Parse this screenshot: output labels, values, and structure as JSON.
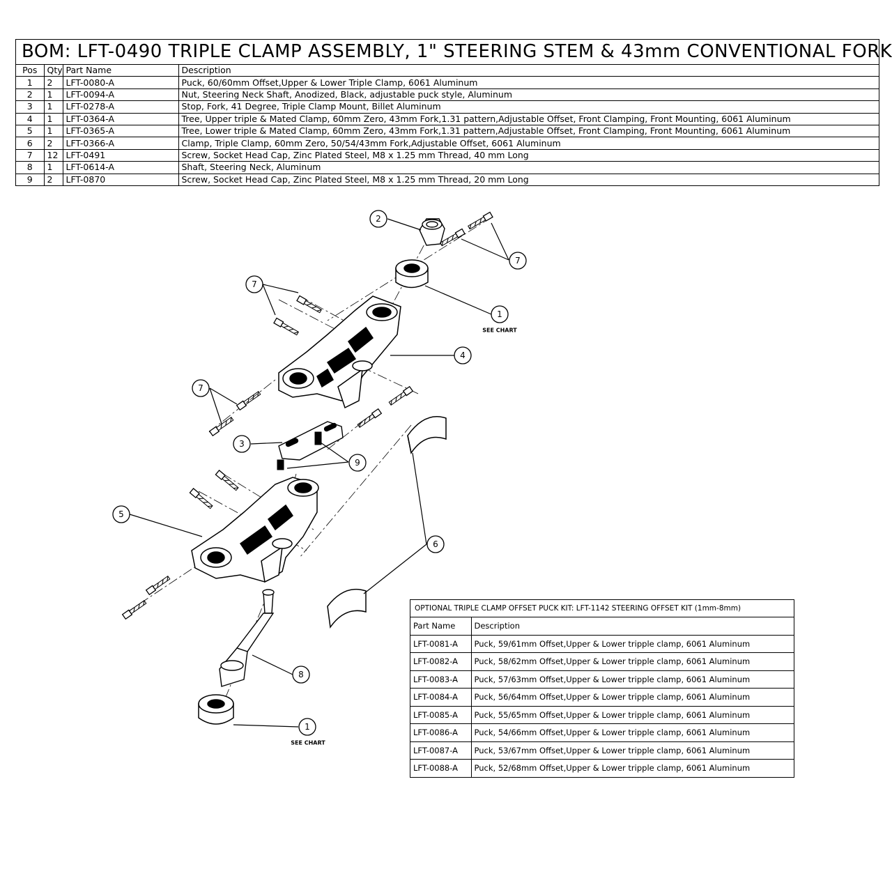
{
  "bom": {
    "title": "BOM: LFT-0490 TRIPLE CLAMP ASSEMBLY, 1\" STEERING STEM & 43mm CONVENTIONAL FORK",
    "headers": {
      "pos": "Pos",
      "qty": "Qty",
      "part": "Part Name",
      "desc": "Description"
    },
    "rows": [
      {
        "pos": "1",
        "qty": "2",
        "part": "LFT-0080-A",
        "desc": "Puck, 60/60mm Offset,Upper & Lower Triple Clamp, 6061 Aluminum"
      },
      {
        "pos": "2",
        "qty": "1",
        "part": "LFT-0094-A",
        "desc": "Nut, Steering Neck Shaft, Anodized, Black, adjustable puck style, Aluminum"
      },
      {
        "pos": "3",
        "qty": "1",
        "part": "LFT-0278-A",
        "desc": "Stop, Fork, 41 Degree, Triple Clamp Mount, Billet Aluminum"
      },
      {
        "pos": "4",
        "qty": "1",
        "part": "LFT-0364-A",
        "desc": "Tree, Upper triple & Mated Clamp, 60mm Zero, 43mm Fork,1.31 pattern,Adjustable Offset, Front Clamping, Front Mounting, 6061 Aluminum"
      },
      {
        "pos": "5",
        "qty": "1",
        "part": "LFT-0365-A",
        "desc": "Tree, Lower triple & Mated Clamp, 60mm Zero, 43mm Fork,1.31 pattern,Adjustable Offset, Front Clamping, Front Mounting, 6061 Aluminum"
      },
      {
        "pos": "6",
        "qty": "2",
        "part": "LFT-0366-A",
        "desc": "Clamp, Triple Clamp, 60mm Zero, 50/54/43mm Fork,Adjustable Offset, 6061 Aluminum"
      },
      {
        "pos": "7",
        "qty": "12",
        "part": "LFT-0491",
        "desc": "Screw, Socket Head Cap, Zinc Plated Steel, M8 x 1.25 mm Thread, 40 mm Long"
      },
      {
        "pos": "8",
        "qty": "1",
        "part": "LFT-0614-A",
        "desc": "Shaft, Steering Neck, Aluminum"
      },
      {
        "pos": "9",
        "qty": "2",
        "part": "LFT-0870",
        "desc": "Screw, Socket Head Cap, Zinc Plated Steel, M8 x 1.25 mm Thread, 20 mm Long"
      }
    ]
  },
  "kit": {
    "title": "OPTIONAL TRIPLE CLAMP OFFSET PUCK KIT: LFT-1142 STEERING OFFSET KIT (1mm-8mm)",
    "headers": {
      "part": "Part Name",
      "desc": "Description"
    },
    "rows": [
      {
        "part": "LFT-0081-A",
        "desc": "Puck, 59/61mm Offset,Upper & Lower tripple clamp, 6061 Aluminum"
      },
      {
        "part": "LFT-0082-A",
        "desc": "Puck, 58/62mm Offset,Upper & Lower tripple clamp, 6061 Aluminum"
      },
      {
        "part": "LFT-0083-A",
        "desc": "Puck, 57/63mm Offset,Upper & Lower tripple clamp, 6061 Aluminum"
      },
      {
        "part": "LFT-0084-A",
        "desc": "Puck, 56/64mm Offset,Upper & Lower tripple clamp, 6061 Aluminum"
      },
      {
        "part": "LFT-0085-A",
        "desc": "Puck, 55/65mm Offset,Upper & Lower tripple clamp, 6061 Aluminum"
      },
      {
        "part": "LFT-0086-A",
        "desc": "Puck, 54/66mm Offset,Upper & Lower tripple clamp, 6061 Aluminum"
      },
      {
        "part": "LFT-0087-A",
        "desc": "Puck, 53/67mm Offset,Upper & Lower tripple clamp, 6061 Aluminum"
      },
      {
        "part": "LFT-0088-A",
        "desc": "Puck, 52/68mm Offset,Upper & Lower tripple clamp, 6061 Aluminum"
      }
    ]
  },
  "callouts": {
    "c1a": "1",
    "c1b": "1",
    "c2": "2",
    "c3": "3",
    "c4": "4",
    "c5": "5",
    "c6": "6",
    "c7a": "7",
    "c7b": "7",
    "c7c": "7",
    "c8": "8",
    "c9": "9",
    "see_chart_a": "SEE CHART",
    "see_chart_b": "SEE CHART"
  }
}
